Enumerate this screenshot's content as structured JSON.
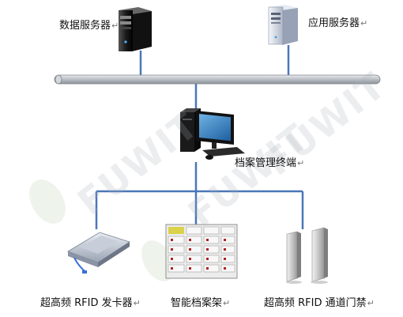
{
  "watermark": {
    "text": "FUWIT",
    "color": "#b4b8bc"
  },
  "nodes": {
    "data_server": {
      "label": "数据服务器",
      "icon": "server-tower-icon"
    },
    "app_server": {
      "label": "应用服务器",
      "icon": "server-tower-icon"
    },
    "terminal": {
      "label": "档案管理终端",
      "icon": "desktop-computer-icon"
    },
    "card_issuer": {
      "label": "超高频 RFID 发卡器",
      "icon": "card-reader-icon"
    },
    "smart_shelf": {
      "label": "智能档案架",
      "icon": "archive-shelf-icon"
    },
    "access_gate": {
      "label": "超高频 RFID 通道门禁",
      "icon": "access-gate-icon"
    }
  },
  "para_mark": "↵",
  "colors": {
    "line": "#4a77b8",
    "bus": "#b9bec4"
  }
}
